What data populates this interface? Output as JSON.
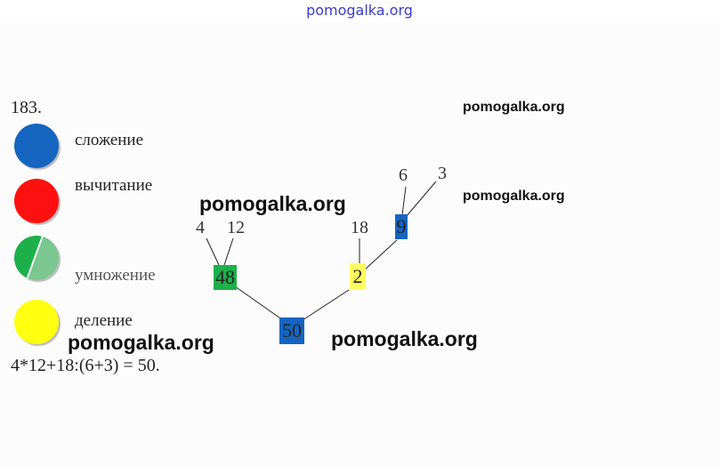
{
  "header": {
    "site_link": "pomogalka.org"
  },
  "problem_number": "183.",
  "legend": [
    {
      "label": "сложение",
      "color": "#1565c0"
    },
    {
      "label": "вычитание",
      "color": "#ff1010"
    },
    {
      "label": "умножение",
      "color": "#1db04a"
    },
    {
      "label": "деление",
      "color": "#ffff10"
    }
  ],
  "tree": {
    "nodes": {
      "root": "50",
      "mult": "48",
      "div": "2",
      "add": "9"
    },
    "leaves": {
      "a": "4",
      "b": "12",
      "c": "18",
      "d": "6",
      "e": "3"
    }
  },
  "expression": "4*12+18:(6+3) = 50.",
  "watermarks": [
    "pomogalka.org",
    "pomogalka.org",
    "pomogalka.org",
    "pomogalka.org",
    "pomogalka.org"
  ]
}
